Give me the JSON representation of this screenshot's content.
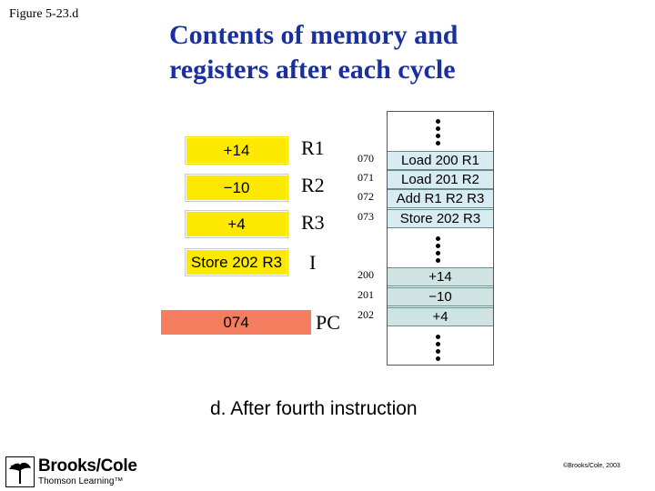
{
  "figure_label": "Figure 5-23.d",
  "title": {
    "line1": "Contents of memory and",
    "line2": "registers after each cycle"
  },
  "registers": [
    {
      "name": "R1",
      "value": "+14"
    },
    {
      "name": "R2",
      "value": "−10"
    },
    {
      "name": "R3",
      "value": "+4"
    },
    {
      "name": "I",
      "value": "Store 202 R3"
    }
  ],
  "pc": {
    "name": "PC",
    "value": "074"
  },
  "memory": {
    "instructions": [
      {
        "address": "070",
        "content": "Load 200 R1"
      },
      {
        "address": "071",
        "content": "Load 201 R2"
      },
      {
        "address": "072",
        "content": "Add R1 R2 R3"
      },
      {
        "address": "073",
        "content": "Store 202 R3"
      }
    ],
    "data": [
      {
        "address": "200",
        "content": "+14"
      },
      {
        "address": "201",
        "content": "−10"
      },
      {
        "address": "202",
        "content": "+4"
      }
    ]
  },
  "caption": "d. After fourth instruction",
  "logo": {
    "name": "Brooks/Cole",
    "sub": "Thomson Learning™"
  },
  "copyright": "©Brooks/Cole, 2003",
  "colors": {
    "register_fill": "#fde800",
    "pc_fill": "#f47c5f",
    "memory_instruction_fill": "#d7ebf2",
    "memory_data_fill": "#cfe3e2",
    "title_color": "#1a2fa0"
  }
}
